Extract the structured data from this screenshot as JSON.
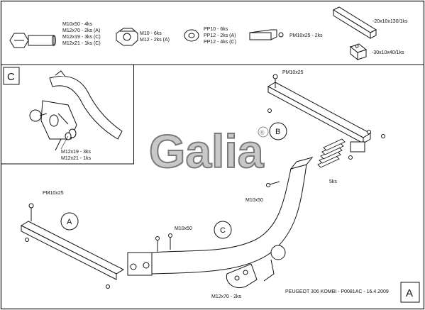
{
  "parts_header": {
    "bolt_lines": [
      "M10x50 - 4ks",
      "M12x70 - 2ks (A)",
      "M12x19 - 3ks (C)",
      "M12x21 - 1ks (C)"
    ],
    "nut_lines": [
      "M10 - 6ks",
      "M12 - 2ks (A)"
    ],
    "washer_lines": [
      "PP10 - 6ks",
      "PP12 - 2ks (A)",
      "PP12 - 4ks (C)"
    ],
    "plate_label": "PM10x25 - 2ks",
    "spacer_long_label": "-20x10x130/1ks",
    "spacer_square_label": "-30x10x40/1ks"
  },
  "detail_view": {
    "letter": "C",
    "labels": [
      "M12x19 - 3ks",
      "M12x21 - 1ks"
    ]
  },
  "main_view": {
    "callouts": {
      "pm_top": "PM10x25",
      "pm_left": "PM10x25",
      "bolts_center": "M10x50",
      "bolts_mid": "M10x50",
      "spacer_qty": "5ks",
      "bolts_bottom": "M12x70 - 2ks"
    },
    "circle_labels": {
      "a": "A",
      "b": "B",
      "c": "C"
    },
    "logo_text": "Galia",
    "logo_mark": "®",
    "footer_caption": "PEUGEOT 306 KOMBI - P0081AC - 16.4.2009",
    "sheet_letter": "A"
  },
  "colors": {
    "line": "#111111",
    "logo_fill": "#c8c8c8",
    "logo_stroke": "#7a7a7a"
  }
}
